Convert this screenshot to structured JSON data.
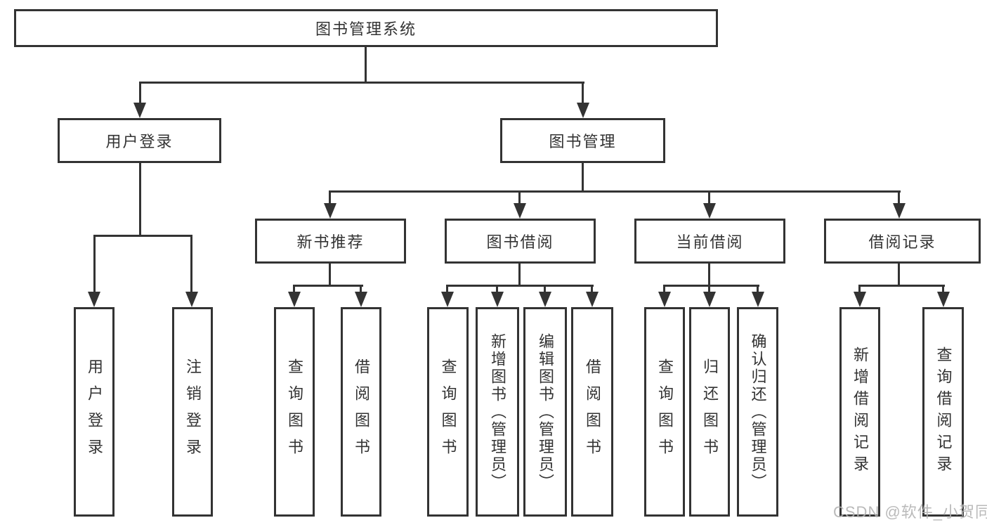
{
  "diagram": {
    "type": "hierarchy-tree",
    "title": "图书管理系统"
  },
  "tree": {
    "root": {
      "label": "图书管理系统",
      "children": [
        {
          "label": "用户登录",
          "children": [
            {
              "label": "用户登录"
            },
            {
              "label": "注销登录"
            }
          ]
        },
        {
          "label": "图书管理",
          "children": [
            {
              "label": "新书推荐",
              "children": [
                {
                  "label": "查询图书"
                },
                {
                  "label": "借阅图书"
                }
              ]
            },
            {
              "label": "图书借阅",
              "children": [
                {
                  "label": "查询图书"
                },
                {
                  "label": "新增图书（管理员）"
                },
                {
                  "label": "编辑图书（管理员）"
                },
                {
                  "label": "借阅图书"
                }
              ]
            },
            {
              "label": "当前借阅",
              "children": [
                {
                  "label": "查询图书"
                },
                {
                  "label": "归还图书"
                },
                {
                  "label": "确认归还（管理员）"
                }
              ]
            },
            {
              "label": "借阅记录",
              "children": [
                {
                  "label": "新增借阅记录"
                },
                {
                  "label": "查询借阅记录"
                }
              ]
            }
          ]
        }
      ]
    }
  },
  "watermark": "CSDN @软件_小贺同学",
  "colors": {
    "line": "#333333",
    "text": "#333333",
    "background": "#ffffff",
    "watermark": "#b2b2b2"
  }
}
